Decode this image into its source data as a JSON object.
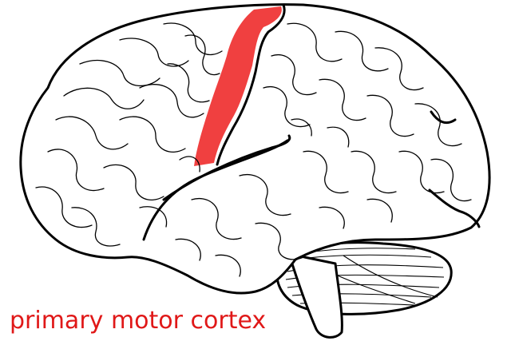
{
  "caption": "primary motor cortex",
  "colors": {
    "highlight": "#f04040",
    "caption": "#e01818",
    "outline": "#000000",
    "background": "#ffffff"
  },
  "highlighted_region": "primary motor cortex (precentral gyrus)",
  "icons": [
    "brain-lateral-view"
  ]
}
